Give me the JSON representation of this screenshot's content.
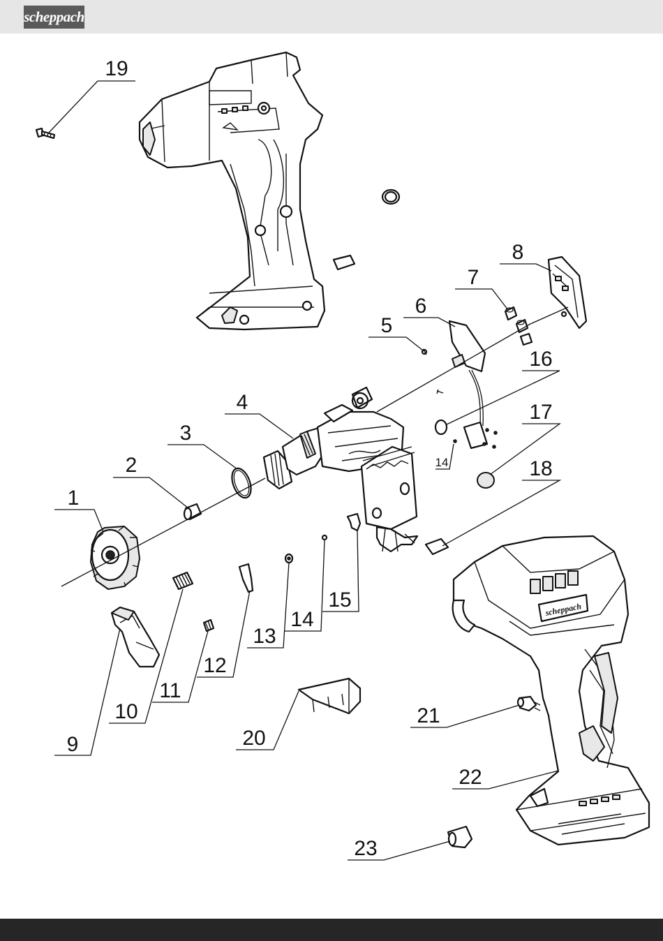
{
  "header": {
    "logo_text": "scheppach"
  },
  "body_logo_text": "scheppach",
  "callouts": {
    "c1": "1",
    "c2": "2",
    "c3": "3",
    "c4": "4",
    "c5": "5",
    "c6": "6",
    "c7": "7",
    "c8": "8",
    "c9": "9",
    "c10": "10",
    "c11": "11",
    "c12": "12",
    "c13": "13",
    "c14a": "14",
    "c14b": "14",
    "c15": "15",
    "c16": "16",
    "c17": "17",
    "c18": "18",
    "c19": "19",
    "c20": "20",
    "c21": "21",
    "c22": "22",
    "c23": "23"
  },
  "colors": {
    "header_bg": "#e6e6e6",
    "logo_bg": "#5a5a5a",
    "footer_bg": "#262626"
  }
}
